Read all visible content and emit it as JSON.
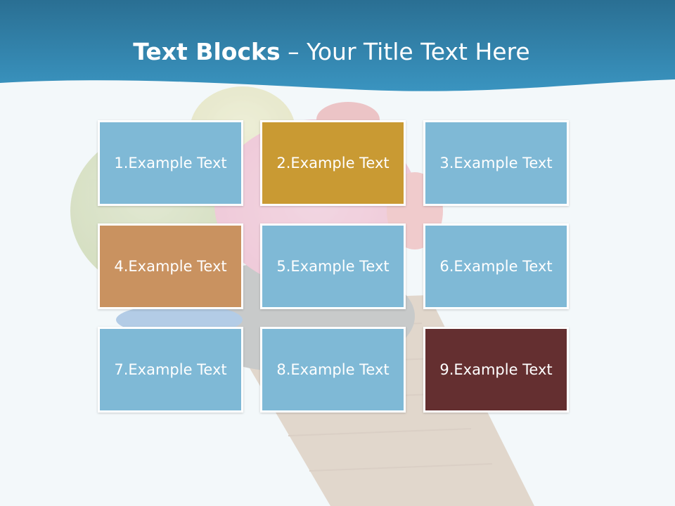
{
  "title": {
    "bold": "Text Blocks",
    "dash": " – ",
    "regular": "Your Title Text Here"
  },
  "colors": {
    "header": "#2f7fa6",
    "default_block": "#7fb9d6",
    "block_2": "#c99a33",
    "block_4": "#c99260",
    "block_9": "#642f30",
    "block_border": "#ffffff"
  },
  "blocks": [
    {
      "label": "1.Example Text",
      "color": "#7fb9d6"
    },
    {
      "label": "2.Example Text",
      "color": "#c99a33"
    },
    {
      "label": "3.Example Text",
      "color": "#7fb9d6"
    },
    {
      "label": "4.Example Text",
      "color": "#c99260"
    },
    {
      "label": "5.Example Text",
      "color": "#7fb9d6"
    },
    {
      "label": "6.Example Text",
      "color": "#7fb9d6"
    },
    {
      "label": "7.Example Text",
      "color": "#7fb9d6"
    },
    {
      "label": "8.Example Text",
      "color": "#7fb9d6"
    },
    {
      "label": "9.Example Text",
      "color": "#642f30"
    }
  ]
}
